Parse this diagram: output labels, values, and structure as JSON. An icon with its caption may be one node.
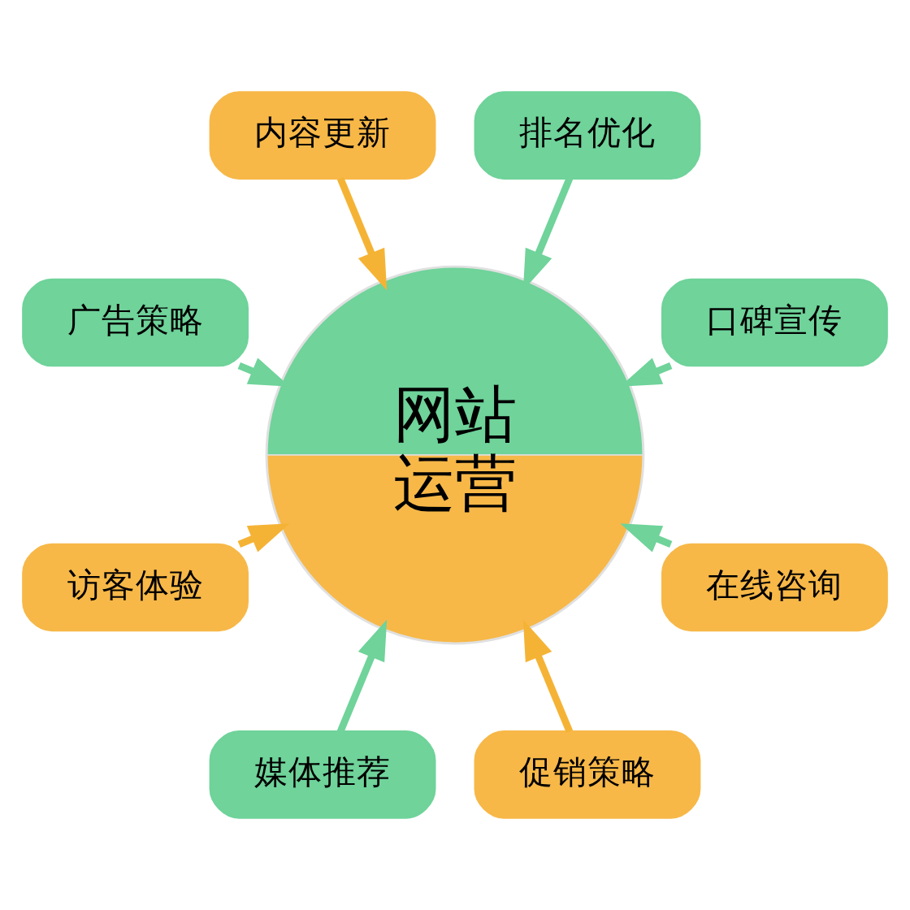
{
  "diagram": {
    "nodes": [
      {
        "text": [
          "网站运营"
        ]
      },
      {
        "text": [
          "口碑宣传"
        ]
      },
      {
        "text": [
          "排名优化"
        ]
      },
      {
        "text": [
          "内容更新"
        ]
      },
      {
        "text": [
          "广告策略"
        ]
      },
      {
        "text": [
          "访客体验"
        ]
      },
      {
        "text": [
          "媒体推荐"
        ]
      },
      {
        "text": [
          "促销策略"
        ]
      },
      {
        "text": [
          "在线咨询"
        ]
      }
    ],
    "edges": [
      {
        "from": 1,
        "to": 0,
        "arrow": "to"
      },
      {
        "from": 2,
        "to": 0,
        "arrow": "to"
      },
      {
        "from": 3,
        "to": 0,
        "arrow": "to",
        "color": "#f5b335"
      },
      {
        "from": 4,
        "to": 0,
        "arrow": "to"
      },
      {
        "from": 5,
        "to": 0,
        "arrow": "to",
        "color": "#f5b335"
      },
      {
        "from": 6,
        "to": 0,
        "arrow": "to"
      },
      {
        "from": 7,
        "to": 0,
        "arrow": "to",
        "color": "#f5b335"
      },
      {
        "from": 8,
        "to": 0,
        "arrow": "to"
      }
    ]
  }
}
